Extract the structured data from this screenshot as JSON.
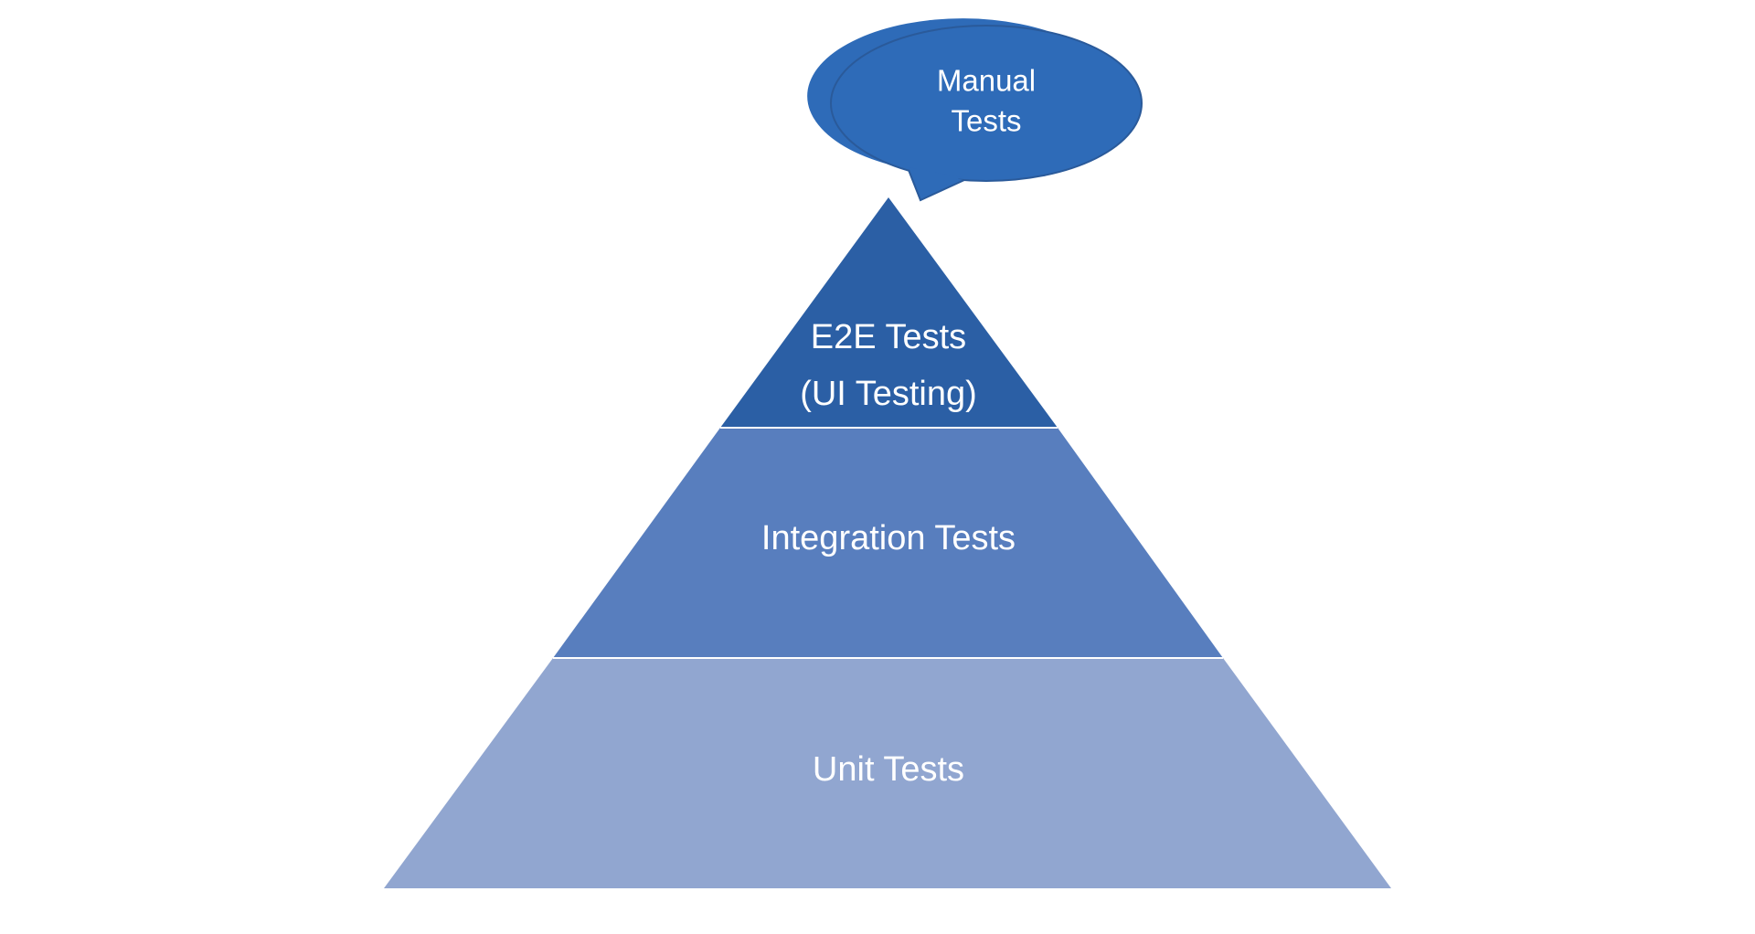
{
  "diagram": {
    "type": "test-pyramid",
    "bubble": {
      "lines": [
        "Manual",
        "Tests"
      ],
      "color": "#2E6BB8",
      "border": "#2A5A9A"
    },
    "tiers": [
      {
        "lines": [
          "E2E Tests",
          "(UI Testing)"
        ],
        "color": "#2B5FA5"
      },
      {
        "lines": [
          "Integration Tests"
        ],
        "color": "#587EBE"
      },
      {
        "lines": [
          "Unit Tests"
        ],
        "color": "#91A6D0"
      }
    ],
    "text_color": "#FFFFFF",
    "separator_color": "#FFFFFF"
  }
}
